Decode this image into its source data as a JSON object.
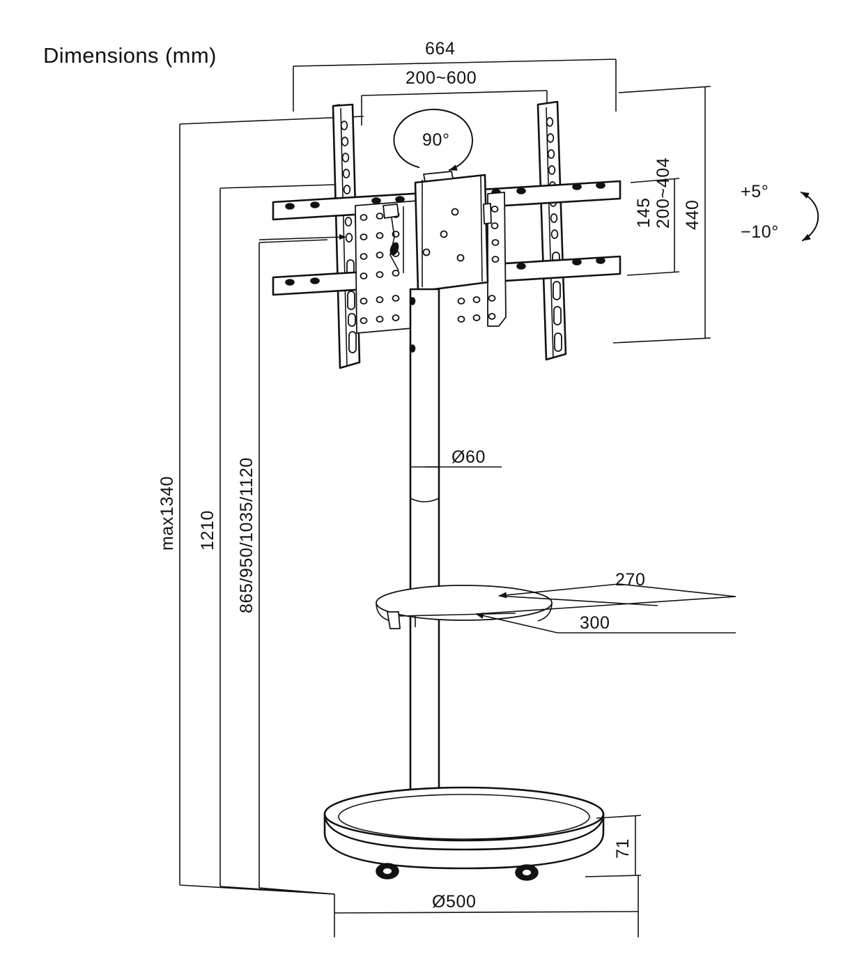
{
  "title": "Dimensions (mm)",
  "units": "mm",
  "colors": {
    "background": "#ffffff",
    "line": "#111111",
    "text": "#111111"
  },
  "dimensions": {
    "top_outer": {
      "label": "664",
      "name": "overall-width"
    },
    "top_inner": {
      "label": "200~600",
      "name": "vesa-width-range"
    },
    "right_outer": {
      "label": "440",
      "name": "bracket-height"
    },
    "right_inner": {
      "label": "200~404",
      "name": "vesa-height-range"
    },
    "right_small": {
      "label": "145",
      "name": "plate-height"
    },
    "left_outer": {
      "label": "max1340",
      "name": "max-total-height"
    },
    "left_middle": {
      "label": "1210",
      "name": "upper-height"
    },
    "left_inner": {
      "label": "865/950/1035/1120",
      "name": "adjustable-heights"
    },
    "pole": {
      "label": "Ø60",
      "name": "pole-diameter"
    },
    "shelf_depth": {
      "label": "270",
      "name": "shelf-depth"
    },
    "shelf_width": {
      "label": "300",
      "name": "shelf-width"
    },
    "base_diameter": {
      "label": "Ø500",
      "name": "base-diameter"
    },
    "base_height": {
      "label": "71",
      "name": "base-height"
    }
  },
  "annotations": {
    "rotation": {
      "label": "90°",
      "name": "swivel-rotation"
    },
    "tilt_up": {
      "label": "+5°",
      "name": "tilt-up-angle"
    },
    "tilt_down": {
      "label": "−10°",
      "name": "tilt-down-angle"
    }
  },
  "chart_data": {
    "type": "table",
    "title": "Dimensions (mm)",
    "categories": [
      "664",
      "200~600",
      "440",
      "200~404",
      "145",
      "max1340",
      "1210",
      "865/950/1035/1120",
      "Ø60",
      "270",
      "300",
      "Ø500",
      "71",
      "90°",
      "+5°",
      "−10°"
    ],
    "values": [
      664,
      600,
      440,
      404,
      145,
      1340,
      1210,
      1120,
      60,
      270,
      300,
      500,
      71,
      90,
      5,
      -10
    ]
  }
}
